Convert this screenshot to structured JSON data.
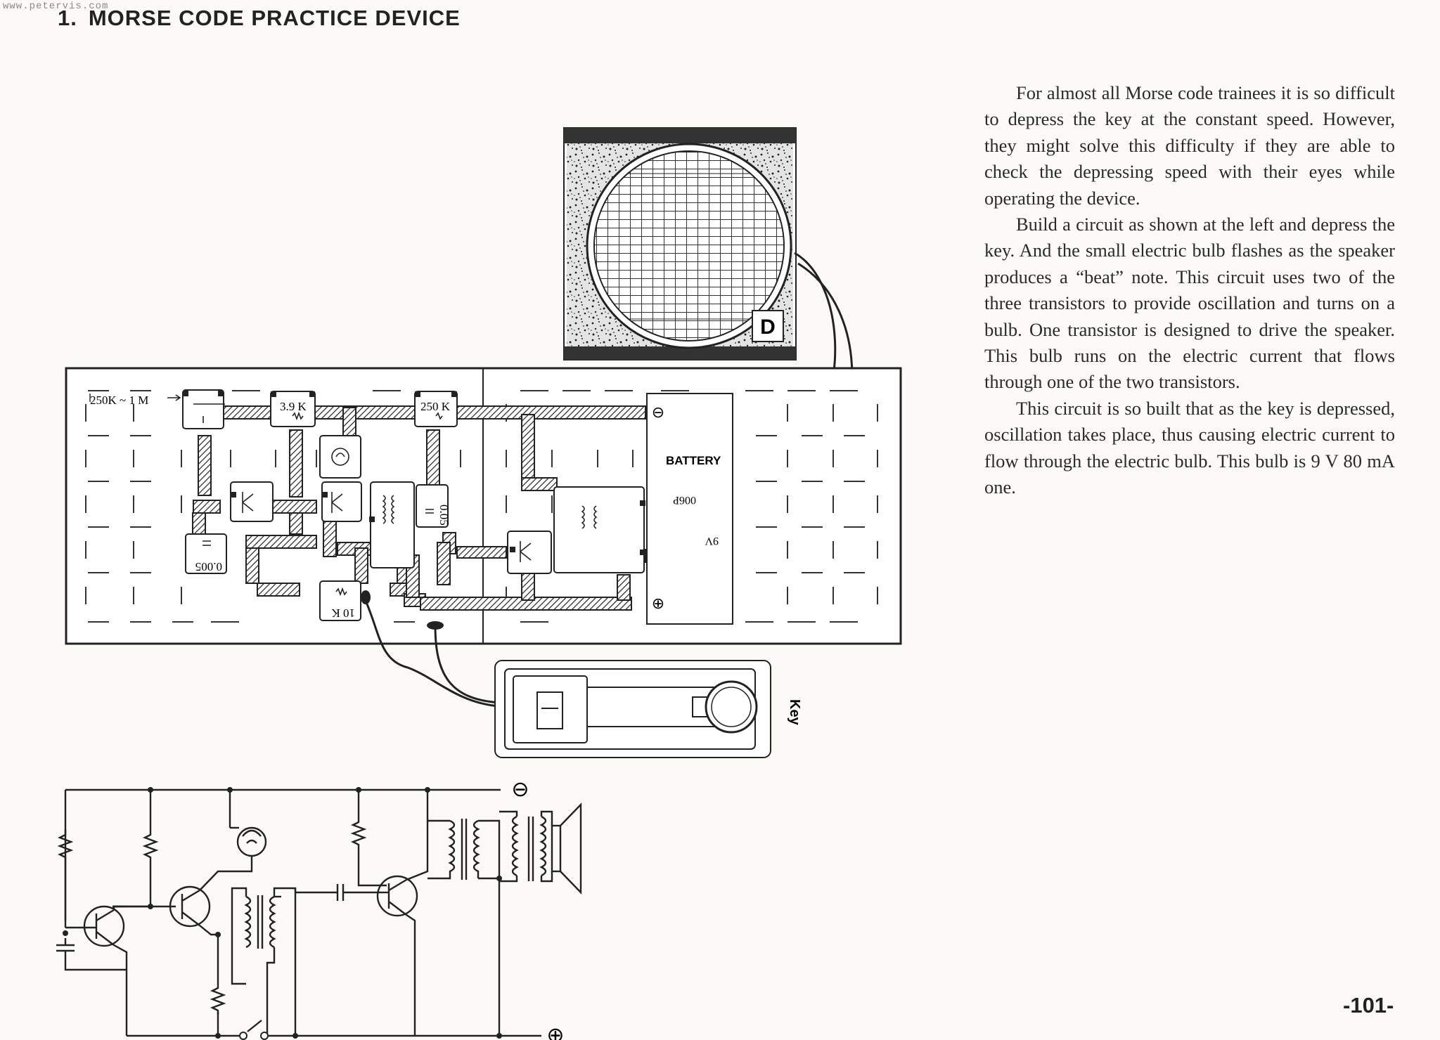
{
  "watermark": "www.petervis.com",
  "heading": {
    "number": "1.",
    "title": "MORSE CODE PRACTICE DEVICE"
  },
  "paragraphs": [
    "For almost all Morse code trainees it is so difficult to depress the key at the constant speed. However, they might solve this difficulty if they are able to check the depressing speed with their eyes while operating the device.",
    "Build a circuit as shown at the left and depress the key. And the small electric bulb flashes as the speaker produces a “beat” note. This circuit uses two of the three transistors to provide oscillation and turns on a bulb. One transistor is designed to drive the speaker. This bulb runs on the electric current that flows through one of the two transistors.",
    "This circuit is so built that as the key is depressed, oscillation takes place, thus causing electric current to flow through the electric bulb. This bulb is 9 V 80 mA one."
  ],
  "page_number": "-101-",
  "board_labels": {
    "pot_range": "250K ~ 1 M",
    "resistor_1": "3.9 K",
    "resistor_2": "250 K",
    "capacitor_1": "0.005",
    "capacitor_2": "0.05",
    "resistor_3": "10 K"
  },
  "battery": {
    "label": "BATTERY",
    "code": "006P",
    "voltage": "9V",
    "minus": "⊖",
    "plus": "⊕"
  },
  "speaker_logo": "D",
  "key_label": "Key",
  "schematic": {
    "minus": "⊖",
    "plus": "⊕"
  }
}
